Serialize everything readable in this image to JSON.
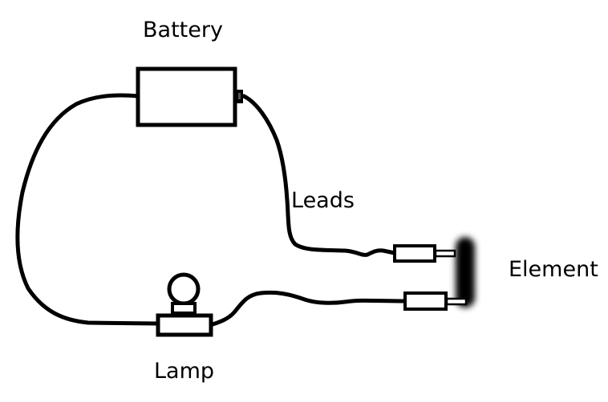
{
  "diagram": {
    "type": "circuit-sketch",
    "labels": {
      "battery": "Battery",
      "leads": "Leads",
      "element": "Element",
      "lamp": "Lamp"
    },
    "components": [
      {
        "id": "battery",
        "kind": "battery"
      },
      {
        "id": "lamp",
        "kind": "lamp"
      },
      {
        "id": "element",
        "kind": "heating-element"
      },
      {
        "id": "lead-connector-upper",
        "kind": "probe"
      },
      {
        "id": "lead-connector-lower",
        "kind": "probe"
      }
    ],
    "connections": [
      [
        "battery-left",
        "lamp-left"
      ],
      [
        "battery-right",
        "lead-connector-upper"
      ],
      [
        "lamp-right",
        "lead-connector-lower"
      ],
      [
        "lead-connector-upper",
        "element"
      ],
      [
        "lead-connector-lower",
        "element"
      ]
    ],
    "colors": {
      "stroke": "#000000",
      "background": "#ffffff",
      "element": "#000000"
    }
  }
}
